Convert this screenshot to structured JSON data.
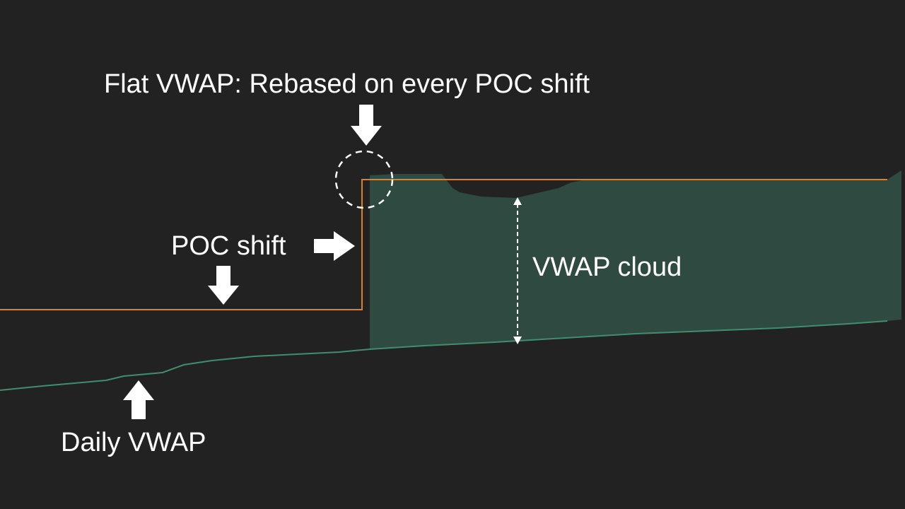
{
  "diagram": {
    "labels": {
      "flat_vwap": "Flat VWAP: Rebased on every POC shift",
      "poc_shift": "POC shift",
      "vwap_cloud": "VWAP cloud",
      "daily_vwap": "Daily VWAP"
    },
    "colors": {
      "background": "#222222",
      "flat_vwap_line": "#d9822b",
      "daily_vwap_line": "#3f8f6f",
      "cloud_fill": "#2f4a40",
      "annotation": "#ffffff"
    },
    "icons": {
      "arrows": [
        "arrow-down-icon",
        "arrow-right-icon",
        "arrow-up-icon"
      ],
      "marker": "dashed-circle-marker"
    }
  }
}
